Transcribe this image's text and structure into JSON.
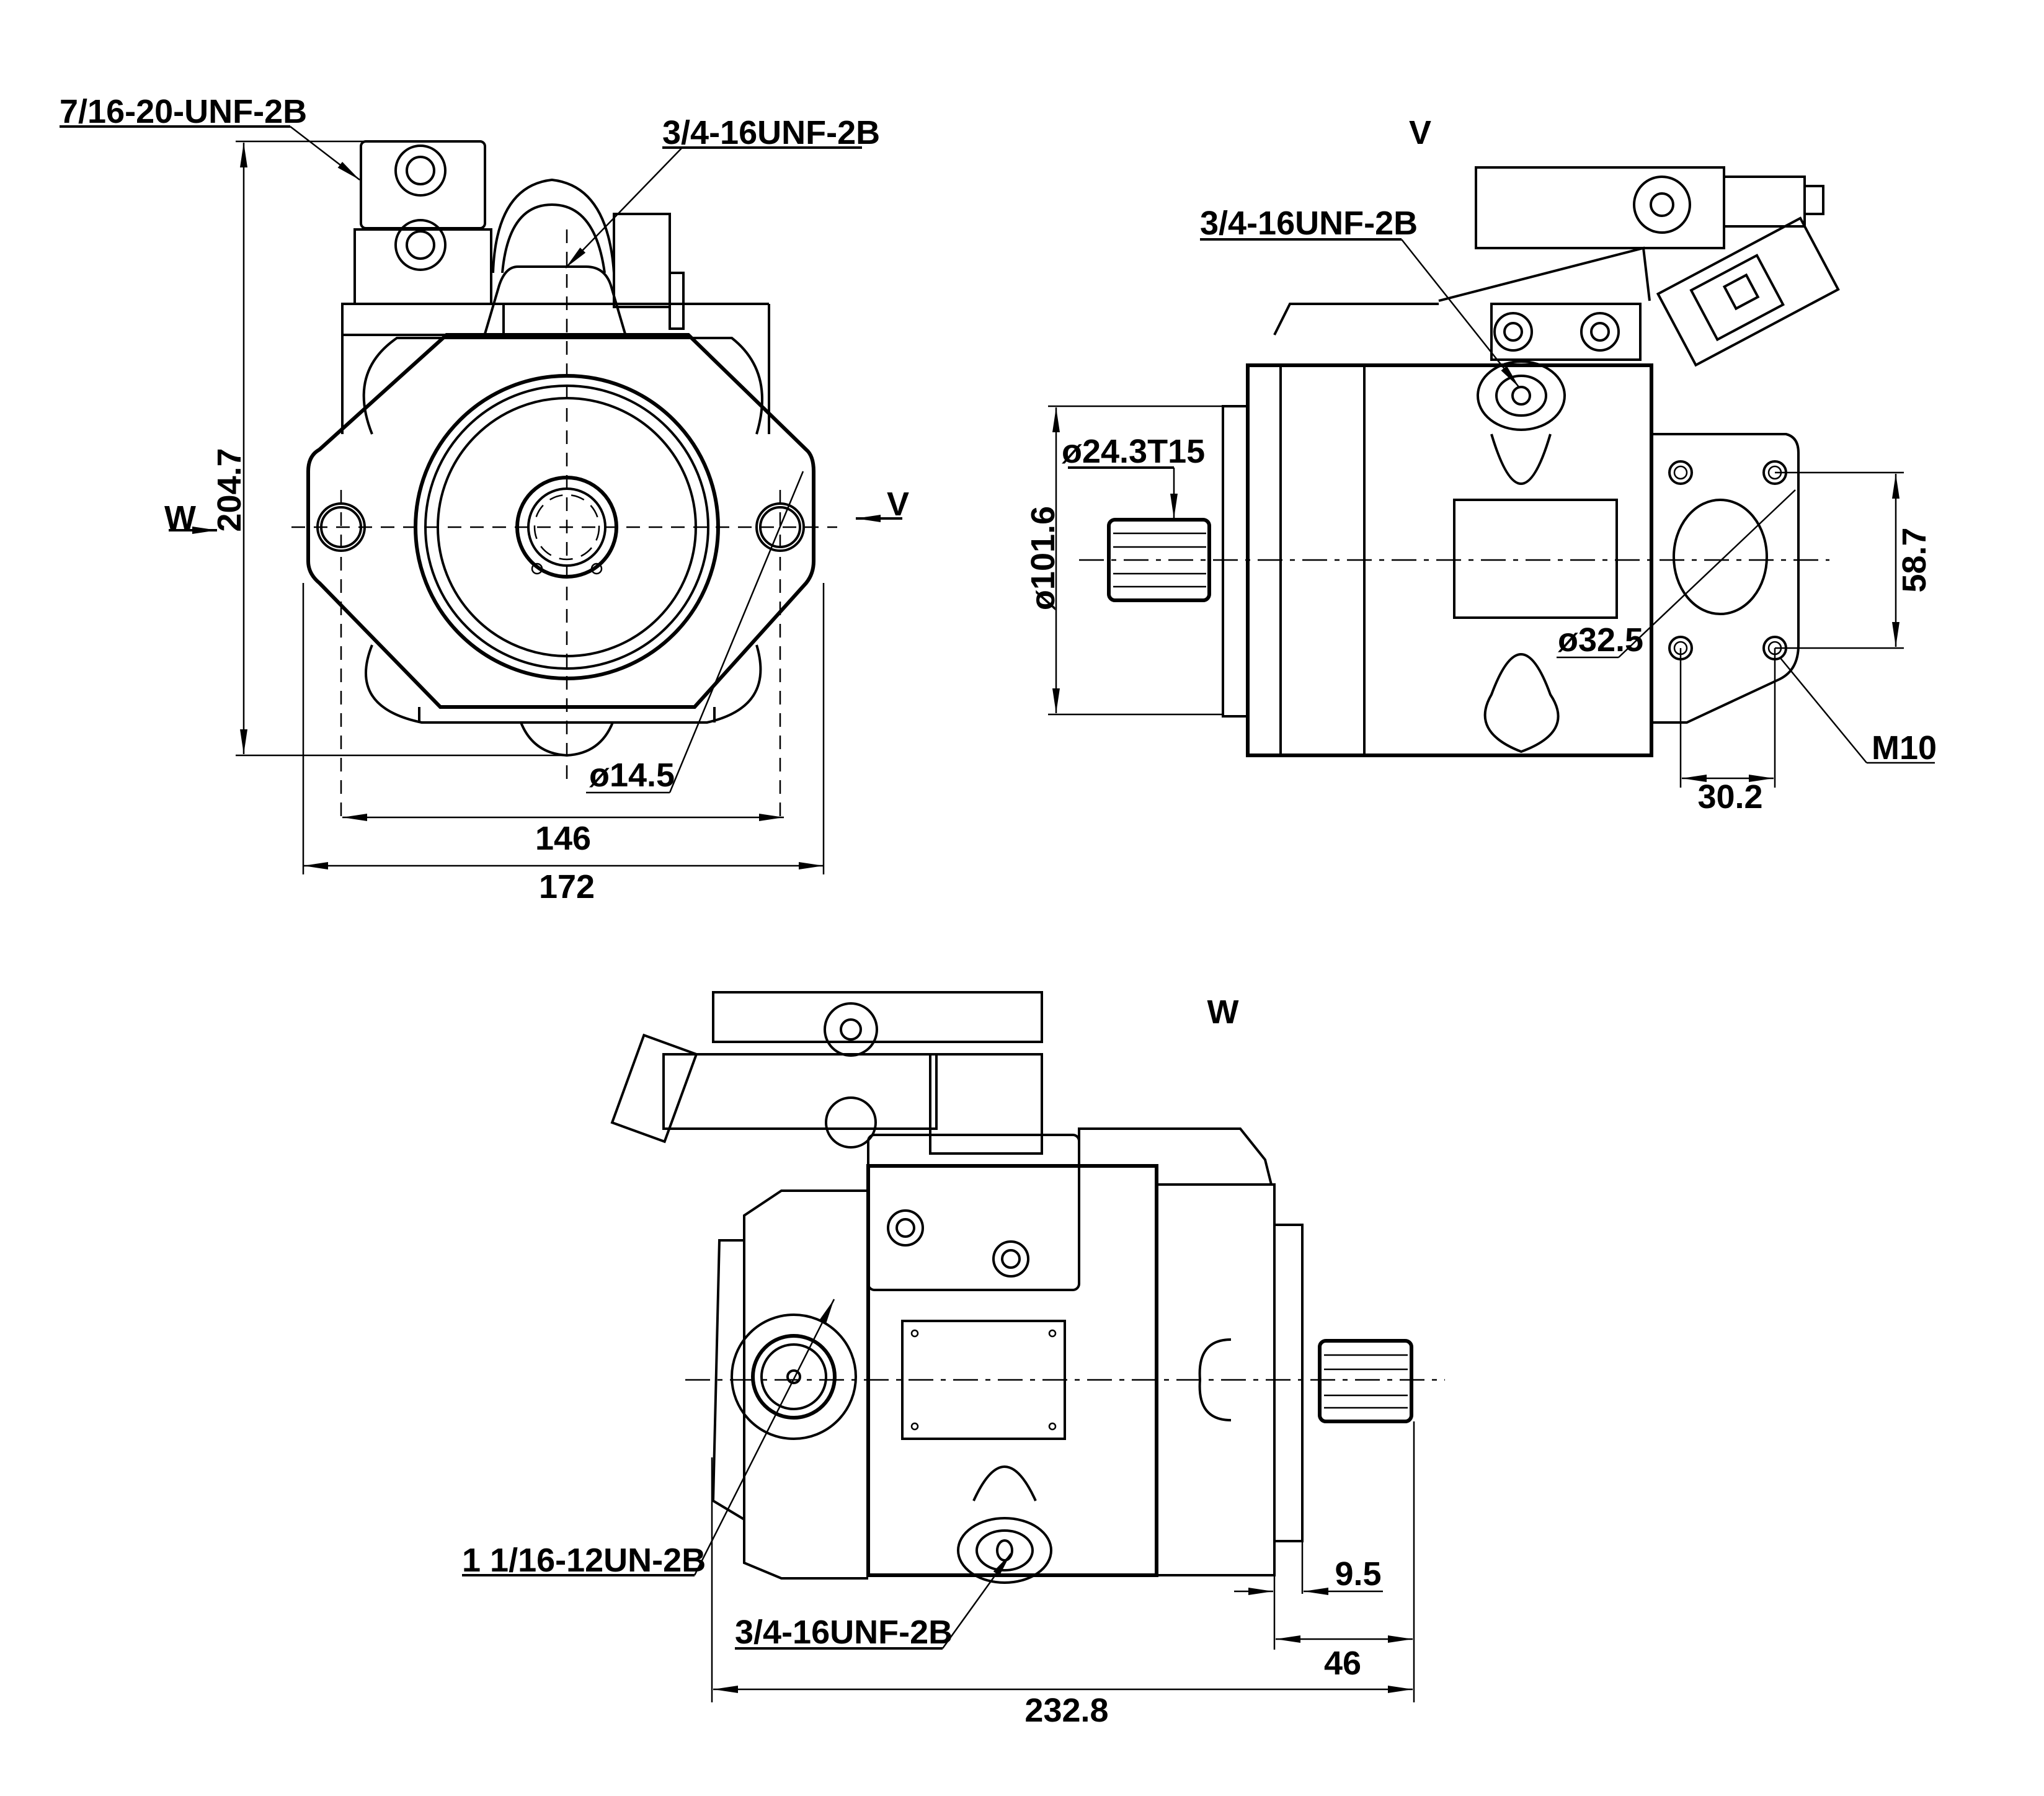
{
  "drawing": {
    "title": "Hydraulic axial piston pump - dimensional drawing",
    "line_color": "#000000",
    "background": "#ffffff",
    "views": [
      {
        "id": "front",
        "view_markers": [
          "W",
          "V"
        ],
        "thread_callouts": [
          "7/16-20-UNF-2B",
          "3/4-16UNF-2B"
        ],
        "dimensions": {
          "height": "204.7",
          "hole_spacing": "146",
          "flange_width": "172",
          "mount_hole_diameter": "ø14.5"
        }
      },
      {
        "id": "side_v",
        "title": "V",
        "thread_callouts": [
          "3/4-16UNF-2B"
        ],
        "dimensions": {
          "shaft_spline": "ø24.3T15",
          "pilot_diameter": "ø101.6",
          "port_diameter": "ø32.5",
          "port_bolt_vertical": "58.7",
          "port_bolt_horizontal": "30.2",
          "port_thread": "M10"
        }
      },
      {
        "id": "side_w",
        "title": "W",
        "thread_callouts": [
          "1 1/16-12UN-2B",
          "3/4-16UNF-2B"
        ],
        "dimensions": {
          "pilot_length": "9.5",
          "shaft_length": "46",
          "overall_length": "232.8"
        }
      }
    ]
  }
}
